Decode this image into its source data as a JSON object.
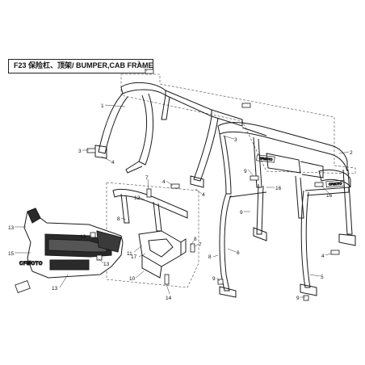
{
  "title": "F23 保险杠、顶架/ BUMPER,CAB FRAME",
  "brand_text": "CFMOTO",
  "decal_text": "CFMOTO",
  "callouts": [
    {
      "id": "c3a",
      "label": "3"
    },
    {
      "id": "c1",
      "label": "1"
    },
    {
      "id": "c3b",
      "label": "3"
    },
    {
      "id": "c4a",
      "label": "4"
    },
    {
      "id": "c3c",
      "label": "3"
    },
    {
      "id": "c2",
      "label": "2"
    },
    {
      "id": "c9a",
      "label": "9"
    },
    {
      "id": "c16a",
      "label": "16"
    },
    {
      "id": "c4b",
      "label": "4"
    },
    {
      "id": "c7a",
      "label": "7"
    },
    {
      "id": "c12",
      "label": "12"
    },
    {
      "id": "c4c",
      "label": "4"
    },
    {
      "id": "c9b",
      "label": "9"
    },
    {
      "id": "c16b",
      "label": "16"
    },
    {
      "id": "c8a",
      "label": "8"
    },
    {
      "id": "c13a",
      "label": "13"
    },
    {
      "id": "c13b",
      "label": "13"
    },
    {
      "id": "c8b",
      "label": "8"
    },
    {
      "id": "c15",
      "label": "15"
    },
    {
      "id": "c17",
      "label": "17"
    },
    {
      "id": "c11",
      "label": "11"
    },
    {
      "id": "c8c",
      "label": "8"
    },
    {
      "id": "c6",
      "label": "6"
    },
    {
      "id": "c4d",
      "label": "4"
    },
    {
      "id": "c18",
      "label": "18"
    },
    {
      "id": "c13c",
      "label": "13"
    },
    {
      "id": "c10",
      "label": "10"
    },
    {
      "id": "c7b",
      "label": "7"
    },
    {
      "id": "c5",
      "label": "5"
    },
    {
      "id": "c13d",
      "label": "13"
    },
    {
      "id": "c9c",
      "label": "9"
    },
    {
      "id": "c14",
      "label": "14"
    },
    {
      "id": "c9d",
      "label": "9"
    }
  ],
  "colors": {
    "line": "#1a1a1a",
    "leader": "#333333",
    "fill": "#ffffff",
    "dark": "#2a2a2a"
  }
}
